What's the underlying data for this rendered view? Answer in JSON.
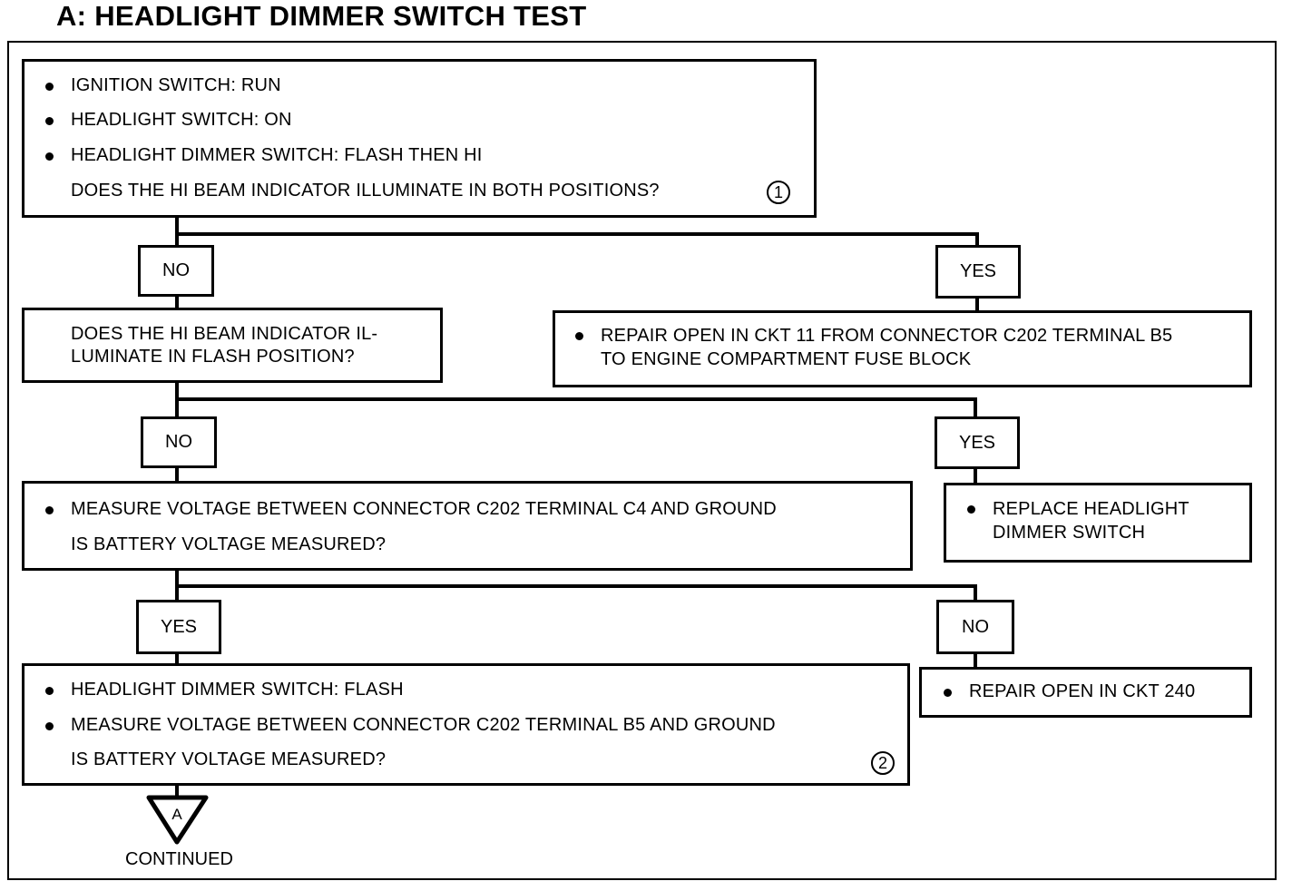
{
  "title": "A: HEADLIGHT DIMMER SWITCH TEST",
  "step1": {
    "bullets": [
      "IGNITION SWITCH: RUN",
      "HEADLIGHT SWITCH: ON",
      "HEADLIGHT DIMMER SWITCH: FLASH THEN HI"
    ],
    "question": "DOES THE HI BEAM INDICATOR ILLUMINATE IN BOTH POSITIONS?",
    "marker": "1"
  },
  "branch1": {
    "no": "NO",
    "yes": "YES"
  },
  "step2": {
    "lines": [
      "DOES THE HI BEAM INDICATOR IL-",
      "LUMINATE IN FLASH POSITION?"
    ]
  },
  "result1": {
    "lines": [
      "REPAIR OPEN IN CKT 11 FROM CONNECTOR C202 TERMINAL B5",
      "TO ENGINE COMPARTMENT FUSE BLOCK"
    ]
  },
  "branch2": {
    "no": "NO",
    "yes": "YES"
  },
  "step3": {
    "bullet": "MEASURE VOLTAGE BETWEEN CONNECTOR C202 TERMINAL C4 AND GROUND",
    "question": "IS BATTERY VOLTAGE MEASURED?"
  },
  "result2": {
    "lines": [
      "REPLACE HEADLIGHT",
      "DIMMER SWITCH"
    ]
  },
  "branch3": {
    "yes": "YES",
    "no": "NO"
  },
  "step4": {
    "bullets": [
      "HEADLIGHT DIMMER SWITCH: FLASH",
      "MEASURE VOLTAGE BETWEEN CONNECTOR C202 TERMINAL B5 AND GROUND"
    ],
    "question": "IS BATTERY VOLTAGE MEASURED?",
    "marker": "2"
  },
  "result3": {
    "text": "REPAIR OPEN IN CKT 240"
  },
  "connector": {
    "letter": "A",
    "label": "CONTINUED"
  }
}
